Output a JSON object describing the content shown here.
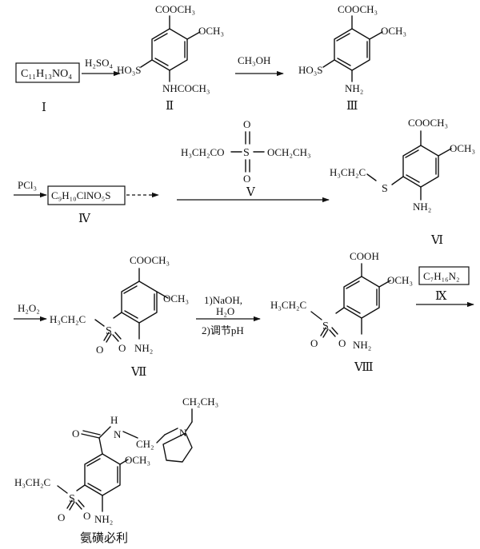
{
  "scheme": {
    "formulas": {
      "I": "C₁₁H₁₃NO₄",
      "IV": "C₉H₁₀ClNO₅S",
      "IX": "C₇H₁₆N₂"
    },
    "labels": {
      "I": "Ⅰ",
      "II": "Ⅱ",
      "III": "Ⅲ",
      "IV": "Ⅳ",
      "V": "Ⅴ",
      "VI": "Ⅵ",
      "VII": "Ⅶ",
      "VIII": "Ⅷ",
      "IX": "Ⅸ"
    },
    "reagents": {
      "h2so4": "H₂SO₄",
      "ch3oh": "CH₃OH",
      "pcl3": "PCl₃",
      "h2o2": "H₂O₂",
      "naoh": "1)NaOH,",
      "h2o": "H₂O",
      "ph": "2)调节pH"
    },
    "groups": {
      "cooch3": "COOCH₃",
      "cooh": "COOH",
      "och3": "OCH₃",
      "so3h": "HO₃S",
      "nhcoch3": "NHCOCH₃",
      "nh2": "NH₂",
      "ethyl_left": "H₃CH₂C",
      "s": "S",
      "ethyl": "H₃CH₂C",
      "o": "O",
      "sulfate_left": "H₃CH₂CO",
      "sulfate_right": "OCH₂CH₃",
      "nh": "H",
      "n": "N",
      "ch2": "CH₂",
      "ethyl_top": "CH₂CH₃"
    },
    "product_name": "氨磺必利"
  }
}
